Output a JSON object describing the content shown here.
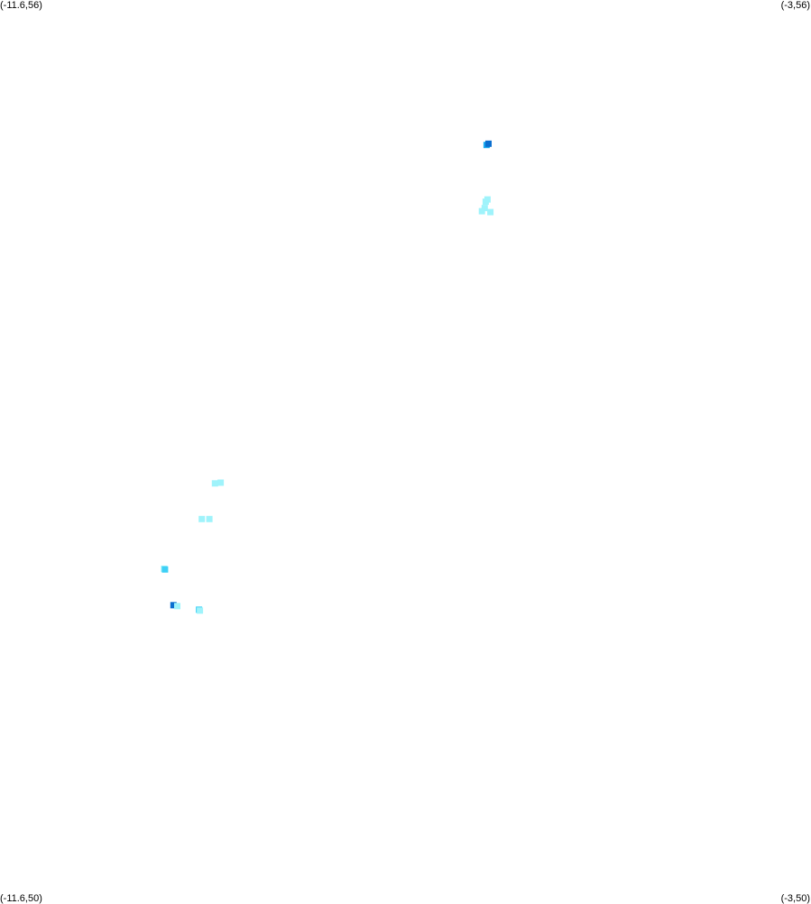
{
  "corners": {
    "top_left": "(-11.6,56)",
    "top_right": "(-3,56)",
    "bottom_left": "(-11.6,50)",
    "bottom_right": "(-3,50)"
  },
  "bounds": {
    "lon_min": -11.6,
    "lon_max": -3,
    "lat_min": 50,
    "lat_max": 56
  },
  "intensity_colors": {
    "low": "#9ff3fb",
    "mid": "#3fd0f6",
    "high": "#17a8ee",
    "peak": "#0a6fd0"
  },
  "points": [
    {
      "lon": -6.44,
      "lat": 55.035,
      "level": "high"
    },
    {
      "lon": -6.42,
      "lat": 55.043,
      "level": "peak"
    },
    {
      "lon": -6.45,
      "lat": 54.657,
      "level": "low"
    },
    {
      "lon": -6.43,
      "lat": 54.672,
      "level": "low"
    },
    {
      "lon": -6.46,
      "lat": 54.615,
      "level": "low"
    },
    {
      "lon": -6.49,
      "lat": 54.594,
      "level": "low"
    },
    {
      "lon": -6.4,
      "lat": 54.588,
      "level": "low"
    },
    {
      "lon": -9.32,
      "lat": 52.782,
      "level": "low"
    },
    {
      "lon": -9.26,
      "lat": 52.787,
      "level": "low"
    },
    {
      "lon": -9.46,
      "lat": 52.545,
      "level": "low"
    },
    {
      "lon": -9.38,
      "lat": 52.545,
      "level": "low"
    },
    {
      "lon": -9.86,
      "lat": 52.214,
      "level": "low"
    },
    {
      "lon": -9.85,
      "lat": 52.209,
      "level": "mid"
    },
    {
      "lon": -9.76,
      "lat": 51.971,
      "level": "peak"
    },
    {
      "lon": -9.72,
      "lat": 51.965,
      "level": "low"
    },
    {
      "lon": -9.49,
      "lat": 51.941,
      "level": "mid"
    },
    {
      "lon": -9.48,
      "lat": 51.935,
      "level": "low"
    }
  ]
}
